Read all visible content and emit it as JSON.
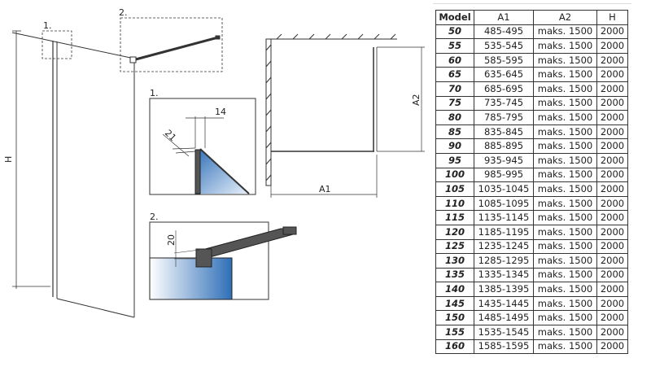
{
  "drawing": {
    "detail_labels": {
      "d1": "1.",
      "d2": "2."
    },
    "dimensions": {
      "h": "H",
      "a1": "A1",
      "a2": "A2",
      "d14": "14",
      "d21": "21",
      "d20": "20"
    }
  },
  "table": {
    "headers": [
      "Model",
      "A1",
      "A2",
      "H"
    ],
    "rows": [
      [
        "50",
        "485-495",
        "maks. 1500",
        "2000"
      ],
      [
        "55",
        "535-545",
        "maks. 1500",
        "2000"
      ],
      [
        "60",
        "585-595",
        "maks. 1500",
        "2000"
      ],
      [
        "65",
        "635-645",
        "maks. 1500",
        "2000"
      ],
      [
        "70",
        "685-695",
        "maks. 1500",
        "2000"
      ],
      [
        "75",
        "735-745",
        "maks. 1500",
        "2000"
      ],
      [
        "80",
        "785-795",
        "maks. 1500",
        "2000"
      ],
      [
        "85",
        "835-845",
        "maks. 1500",
        "2000"
      ],
      [
        "90",
        "885-895",
        "maks. 1500",
        "2000"
      ],
      [
        "95",
        "935-945",
        "maks. 1500",
        "2000"
      ],
      [
        "100",
        "985-995",
        "maks. 1500",
        "2000"
      ],
      [
        "105",
        "1035-1045",
        "maks. 1500",
        "2000"
      ],
      [
        "110",
        "1085-1095",
        "maks. 1500",
        "2000"
      ],
      [
        "115",
        "1135-1145",
        "maks. 1500",
        "2000"
      ],
      [
        "120",
        "1185-1195",
        "maks. 1500",
        "2000"
      ],
      [
        "125",
        "1235-1245",
        "maks. 1500",
        "2000"
      ],
      [
        "130",
        "1285-1295",
        "maks. 1500",
        "2000"
      ],
      [
        "135",
        "1335-1345",
        "maks. 1500",
        "2000"
      ],
      [
        "140",
        "1385-1395",
        "maks. 1500",
        "2000"
      ],
      [
        "145",
        "1435-1445",
        "maks. 1500",
        "2000"
      ],
      [
        "150",
        "1485-1495",
        "maks. 1500",
        "2000"
      ],
      [
        "155",
        "1535-1545",
        "maks. 1500",
        "2000"
      ],
      [
        "160",
        "1585-1595",
        "maks. 1500",
        "2000"
      ]
    ]
  },
  "colors": {
    "glass": "#2f6fb8",
    "line": "#333333"
  }
}
